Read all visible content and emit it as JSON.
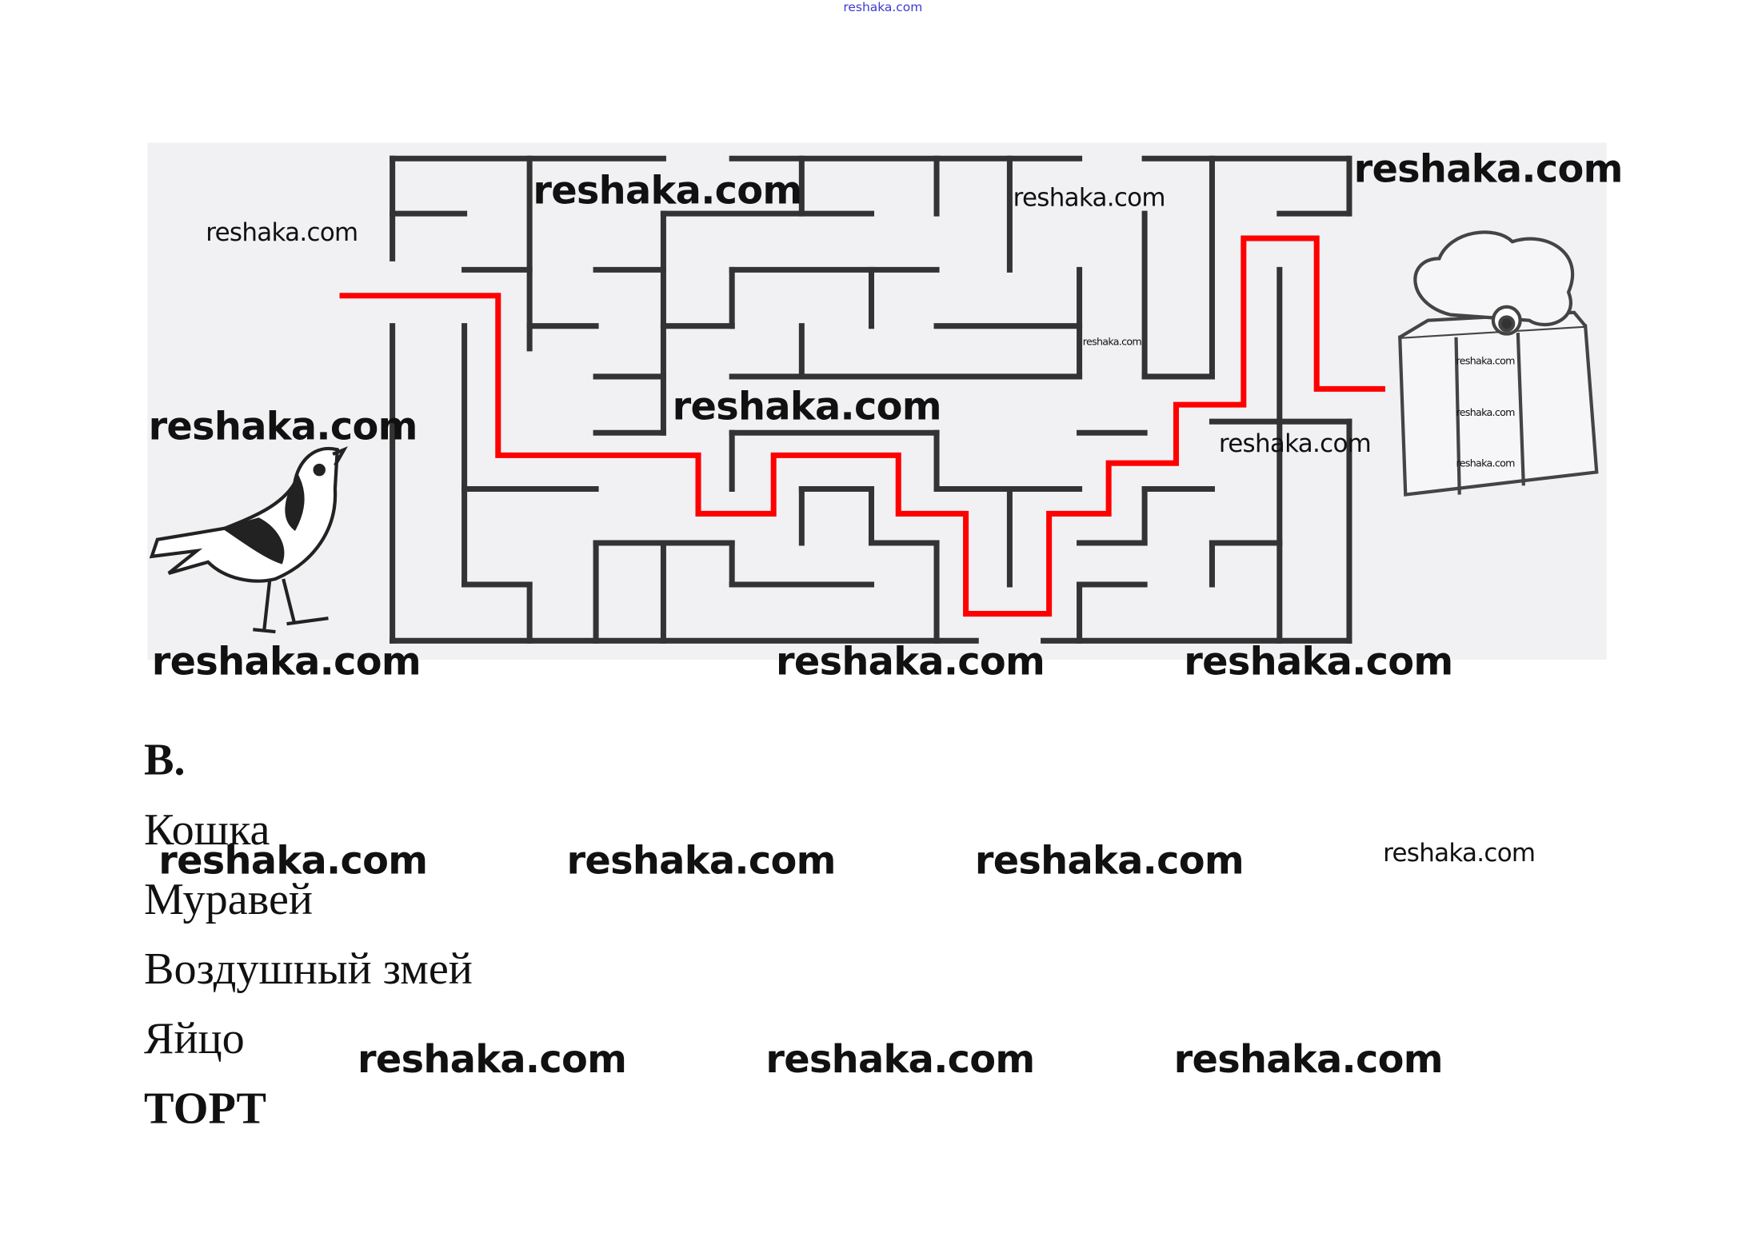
{
  "header_watermark": "reshaka.com",
  "watermarks": [
    "reshaka.com",
    "reshaka.com",
    "reshaka.com",
    "reshaka.com",
    "reshaka.com",
    "reshaka.com",
    "reshaka.com",
    "reshaka.com",
    "reshaka.com",
    "reshaka.com",
    "reshaka.com",
    "reshaka.com",
    "reshaka.com",
    "reshaka.com",
    "reshaka.com",
    "reshaka.com",
    "reshaka.com",
    "reshaka.com",
    "reshaka.com",
    "reshaka.com",
    "reshaka.com"
  ],
  "answer": {
    "section_label": "В.",
    "items": [
      "Кошка",
      "Муравей",
      "Воздушный змей",
      "Яйцо"
    ],
    "final_answer": "ТОРТ"
  },
  "colors": {
    "path": "#ff0000",
    "walls": "#333333",
    "watermark_header": "#3b3bd0"
  }
}
